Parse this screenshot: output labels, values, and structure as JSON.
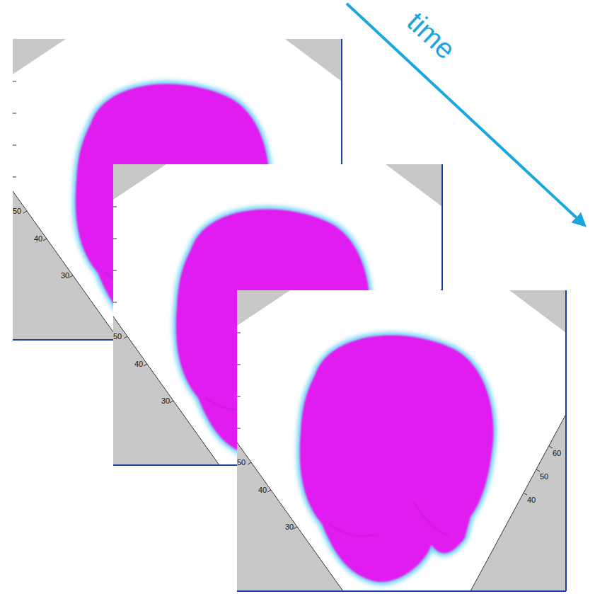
{
  "diagram": {
    "labels": [
      "time",
      "50",
      "40",
      "30",
      "50",
      "40",
      "30",
      "50",
      "40",
      "30",
      "60",
      "50",
      "40"
    ]
  }
}
